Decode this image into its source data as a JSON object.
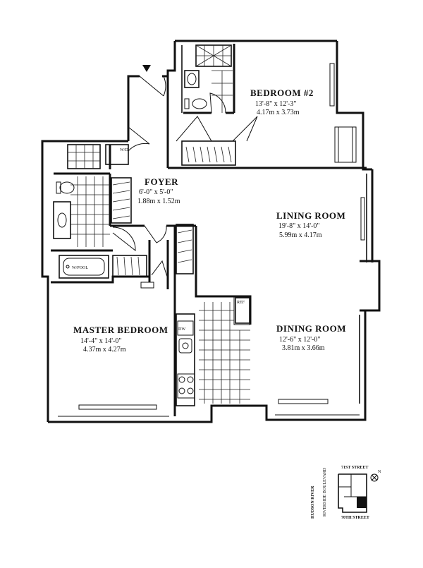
{
  "rooms": {
    "bedroom2": {
      "name": "BEDROOM #2",
      "dim_imperial": "13'-8\" x 12'-3\"",
      "dim_metric": "4.17m x 3.73m"
    },
    "foyer": {
      "name": "FOYER",
      "dim_imperial": "6'-0\" x 5'-0\"",
      "dim_metric": "1.88m x 1.52m"
    },
    "living": {
      "name": "LINING ROOM",
      "dim_imperial": "19'-8\" x 14'-0\"",
      "dim_metric": "5.99m x 4.17m"
    },
    "dining": {
      "name": "DINING ROOM",
      "dim_imperial": "12'-6\" x 12'-0\"",
      "dim_metric": "3.81m x 3.66m"
    },
    "master": {
      "name": "MASTER BEDROOM",
      "dim_imperial": "14'-4\" x 14'-0\"",
      "dim_metric": "4.37m x 4.27m"
    }
  },
  "fixtures": {
    "washer_dryer": "W/D",
    "tub": "W/POOL",
    "refrigerator": "REF",
    "dishwasher": "DW"
  },
  "key_plan": {
    "river": "HUDSON RIVER",
    "boulevard": "RIVERSIDE BOULEVARD",
    "north_street": "71ST STREET",
    "south_street": "70TH STREET",
    "north_label": "N"
  }
}
